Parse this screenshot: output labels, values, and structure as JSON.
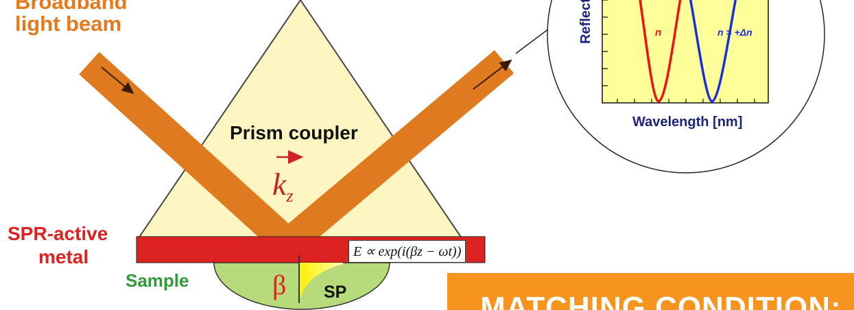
{
  "labels": {
    "beam_line1": "Broadband",
    "beam_line2": "light  beam",
    "prism": "Prism coupler",
    "kz": "k",
    "kz_sub": "z",
    "metal_line1": "SPR-active",
    "metal_line2": "metal",
    "sample": "Sample",
    "beta": "β",
    "sp": "SP",
    "field_eq": "E ∝ exp(i(βz − ωt))"
  },
  "inset": {
    "ylabel": "Reflectance",
    "xlabel": "Wavelength [nm]",
    "curve1_label": "n",
    "curve2_label": "n = +Δn",
    "curve1_color": "#ee1111",
    "curve2_color": "#1a2ee0",
    "plot_bg": "#ffff99",
    "xlabel_color": "#1a237e"
  },
  "banner": {
    "text": "MATCHING CONDITION:",
    "color": "#f7941d"
  },
  "colors": {
    "beam": "#e07a1f",
    "prism": "#fdf5c2",
    "metal": "#dd2222",
    "sample": "#b7db7a"
  }
}
